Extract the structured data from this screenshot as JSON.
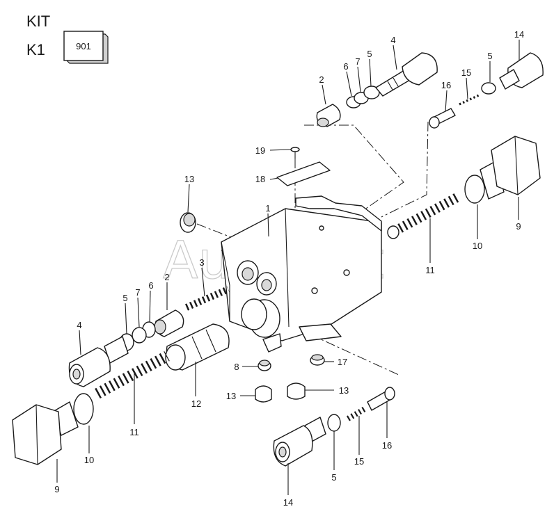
{
  "header": {
    "kit": "KIT",
    "k1": "K1",
    "code_box": "901"
  },
  "watermark": "AutoSoft",
  "callouts": {
    "c_2a": "2",
    "c_6a": "6",
    "c_7a": "7",
    "c_5a": "5",
    "c_4a": "4",
    "c_16a": "16",
    "c_15a": "15",
    "c_5b": "5",
    "c_14a": "14",
    "c_19": "19",
    "c_18": "18",
    "c_13a": "13",
    "c_1": "1",
    "c_3": "3",
    "c_9a": "9",
    "c_10a": "10",
    "c_11a": "11",
    "c_5c": "5",
    "c_7b": "7",
    "c_6b": "6",
    "c_2b": "2",
    "c_4b": "4",
    "c_8": "8",
    "c_17": "17",
    "c_12": "12",
    "c_13b": "13",
    "c_13c": "13",
    "c_11b": "11",
    "c_10b": "10",
    "c_9b": "9",
    "c_16b": "16",
    "c_15b": "15",
    "c_5d": "5",
    "c_14b": "14"
  }
}
